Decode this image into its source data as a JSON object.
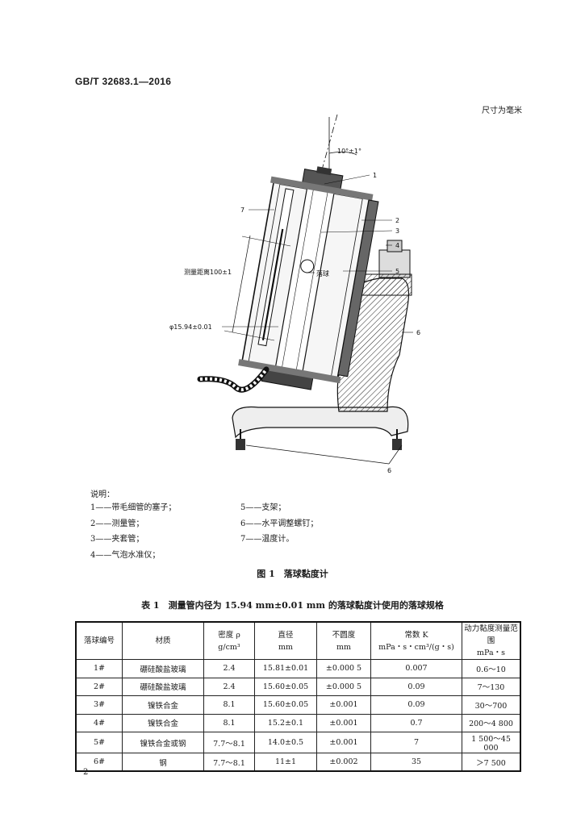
{
  "header": {
    "standard_code": "GB/T 32683.1—2016"
  },
  "units_note": "尺寸为毫米",
  "figure": {
    "angle_label": "10°±1°",
    "distance_label": "测量距离100±1",
    "diameter_label": "φ15.94±0.01",
    "ball_label": "落球",
    "callouts": [
      "1",
      "2",
      "3",
      "4",
      "5",
      "6",
      "7",
      "6"
    ]
  },
  "legend": {
    "title": "说明：",
    "items": [
      "1——带毛细管的塞子；",
      "2——测量管；",
      "3——夹套管；",
      "4——气泡水准仪；",
      "5——支架；",
      "6——水平调整螺钉；",
      "7——温度计。"
    ]
  },
  "figure_caption": "图 1　落球黏度计",
  "table_caption": "表 1　测量管内径为 15.94 mm±0.01 mm 的落球黏度计使用的落球规格",
  "table": {
    "headers": [
      [
        "落球编号"
      ],
      [
        "材质"
      ],
      [
        "密度 ρ",
        "g/cm³"
      ],
      [
        "直径",
        "mm"
      ],
      [
        "不圆度",
        "mm"
      ],
      [
        "常数 K",
        "mPa・s・cm³/(g・s)"
      ],
      [
        "动力黏度测量范围",
        "mPa・s"
      ]
    ],
    "rows": [
      [
        "1#",
        "硼硅酸盐玻璃",
        "2.4",
        "15.81±0.01",
        "±0.000 5",
        "0.007",
        "0.6～10"
      ],
      [
        "2#",
        "硼硅酸盐玻璃",
        "2.4",
        "15.60±0.05",
        "±0.000 5",
        "0.09",
        "7～130"
      ],
      [
        "3#",
        "镍铁合金",
        "8.1",
        "15.60±0.05",
        "±0.001",
        "0.09",
        "30～700"
      ],
      [
        "4#",
        "镍铁合金",
        "8.1",
        "15.2±0.1",
        "±0.001",
        "0.7",
        "200～4 800"
      ],
      [
        "5#",
        "镍铁合金或钢",
        "7.7～8.1",
        "14.0±0.5",
        "±0.001",
        "7",
        "1 500～45 000"
      ],
      [
        "6#",
        "钢",
        "7.7～8.1",
        "11±1",
        "±0.002",
        "35",
        "＞7 500"
      ]
    ]
  },
  "page_number": "2"
}
